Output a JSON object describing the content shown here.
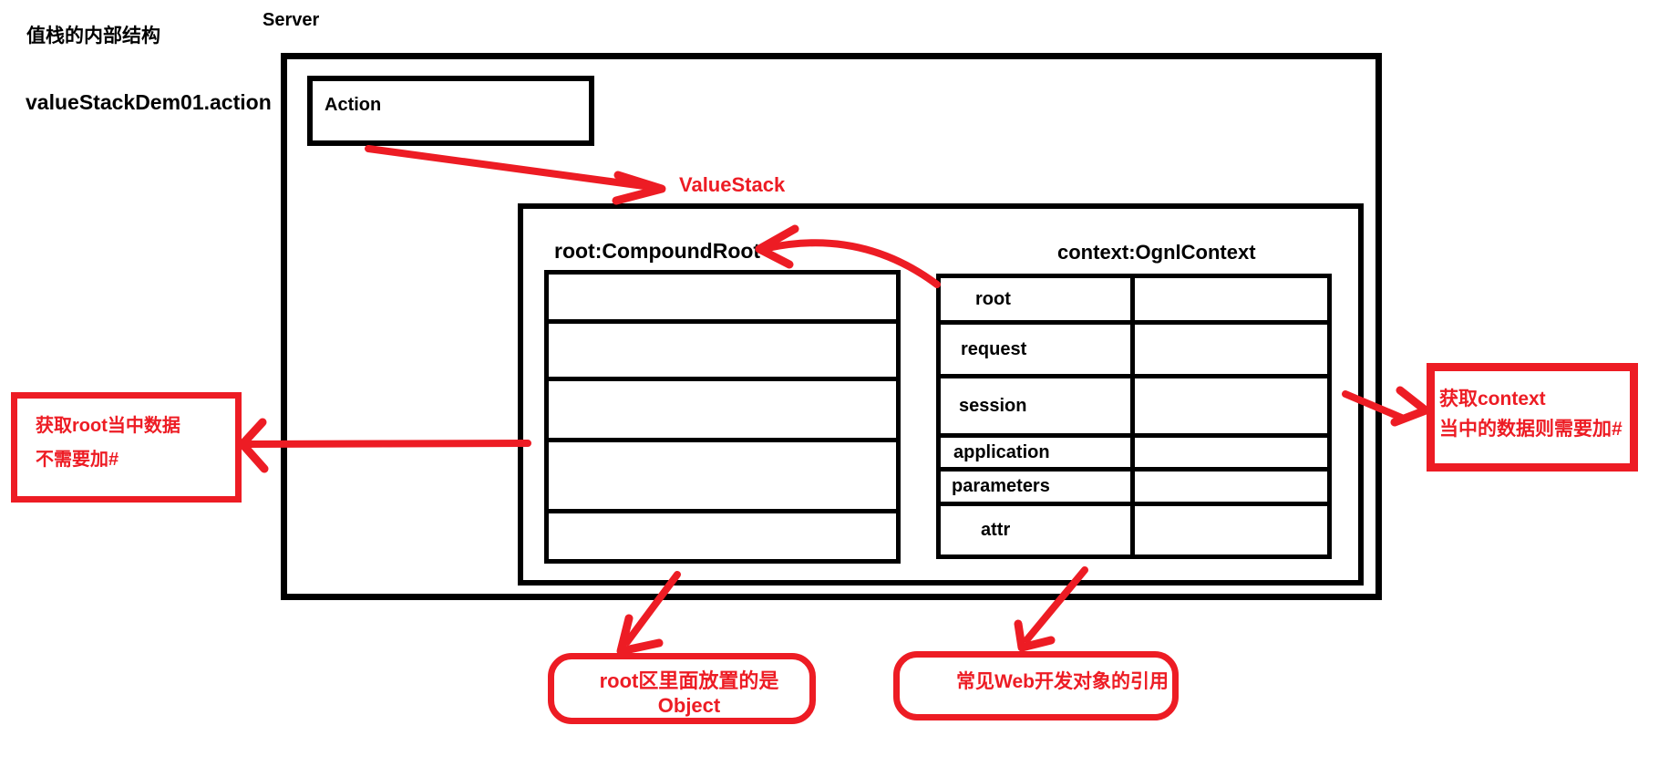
{
  "header": {
    "note_title": "值栈的内部结构",
    "action_request": "valueStackDem01.action"
  },
  "server": {
    "label": "Server"
  },
  "action_box": {
    "label": "Action"
  },
  "valuestack": {
    "label": "ValueStack",
    "root_table": {
      "title": "root:CompoundRoot",
      "slot_count": 5
    },
    "context_table": {
      "title": "context:OgnlContext",
      "rows": [
        "root",
        "request",
        "session",
        "application",
        "parameters",
        "attr"
      ]
    }
  },
  "annotations": {
    "root_note_line1": "获取root当中数据",
    "root_note_line2": "不需要加#",
    "context_note_line1": "获取context",
    "context_note_line2": "当中的数据则需要加#",
    "root_area_note": "root区里面放置的是Object",
    "context_area_note": "常见Web开发对象的引用"
  },
  "colors": {
    "annotation_red": "#ed1c24",
    "ink_black": "#000000"
  }
}
